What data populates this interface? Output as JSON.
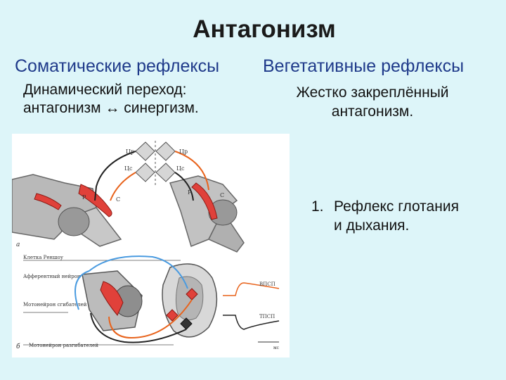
{
  "title": "Антагонизм",
  "left_column": {
    "heading": "Соматические рефлексы",
    "line1": "Динамический переход:",
    "line2": "антагонизм ↔ синергизм."
  },
  "right_column": {
    "heading": "Вегетативные рефлексы",
    "line1": "Жестко закреплённый",
    "line2": "антагонизм.",
    "list": [
      {
        "number": "1.",
        "line1": "Рефлекс глотания",
        "line2": "и дыхания."
      }
    ]
  },
  "figure": {
    "top_labels": {
      "left_top": "Цр",
      "left_bottom": "Цс",
      "right_top": "Цр",
      "right_bottom": "Цс",
      "p_left": "Р",
      "c_left": "С",
      "p_right": "Р",
      "c_right": "С"
    },
    "side_labels": [
      "Клетка Реншоу",
      "Афферентный нейрон",
      "Мотонейрон сгибателей",
      "Мотонейрон разгибателей"
    ],
    "panel_letters": [
      "а",
      "б"
    ],
    "trace_labels": [
      "ВПСП",
      "ТПСП"
    ],
    "scale_label": "мс"
  },
  "colors": {
    "background": "#ddf5f9",
    "heading": "#1f3a8a",
    "muscle": "#e0413a",
    "nerve_blue": "#4a9be0",
    "nerve_orange": "#e8631c"
  }
}
